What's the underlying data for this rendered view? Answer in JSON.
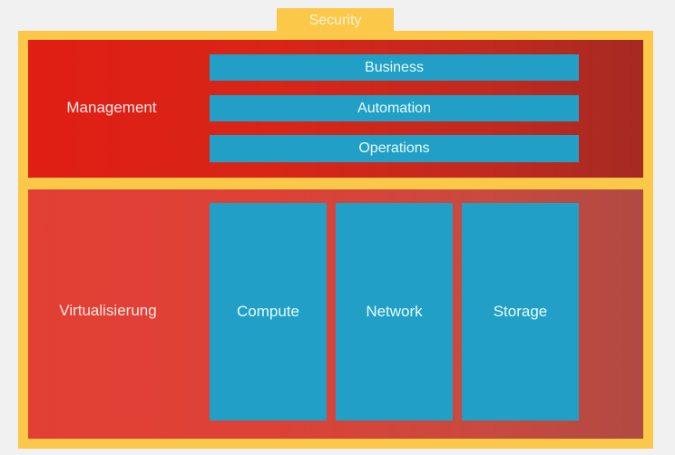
{
  "diagram": {
    "security": {
      "label": "Security"
    },
    "management": {
      "label": "Management",
      "items": [
        {
          "label": "Business"
        },
        {
          "label": "Automation"
        },
        {
          "label": "Operations"
        }
      ]
    },
    "virtualization": {
      "label": "Virtualisierung",
      "items": [
        {
          "label": "Compute"
        },
        {
          "label": "Network"
        },
        {
          "label": "Storage"
        }
      ]
    },
    "colors": {
      "security": "#fcc84a",
      "management": "#d82518",
      "virtualization": "#dc4236",
      "component": "#219fc7",
      "background": "#f1f1f1"
    }
  }
}
